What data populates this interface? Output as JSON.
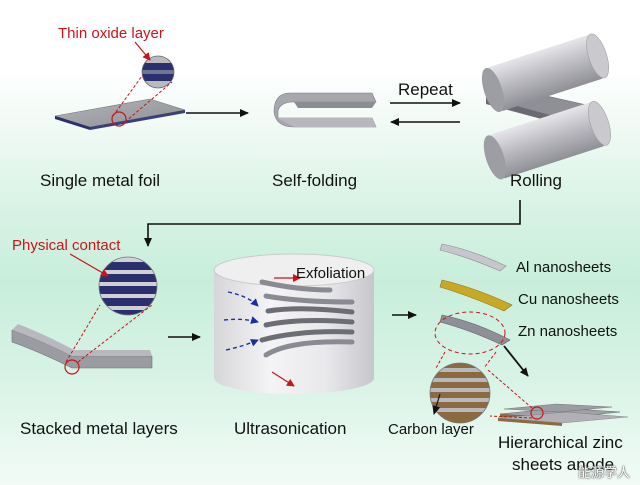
{
  "labels": {
    "thin_oxide_layer": "Thin oxide layer",
    "single_metal_foil": "Single metal foil",
    "self_folding": "Self-folding",
    "repeat": "Repeat",
    "rolling": "Rolling",
    "physical_contact": "Physical contact",
    "exfoliation": "Exfoliation",
    "al_nanosheets": "Al nanosheets",
    "cu_nanosheets": "Cu nanosheets",
    "zn_nanosheets": "Zn nanosheets",
    "stacked_metal_layers": "Stacked metal layers",
    "ultrasonication": "Ultrasonication",
    "carbon_layer": "Carbon layer",
    "hierarchical_line1": "Hierarchical zinc",
    "hierarchical_line2": "sheets anode"
  },
  "watermark": "能源学人",
  "colors": {
    "accent_red": "#c8141b",
    "metal_gray": "#9a9aa2",
    "oxide_blue": "#2a2f6e",
    "cu_gold": "#c9a825",
    "carbon_brown": "#8a6a3e",
    "arrow_blue": "#1d2f9e"
  }
}
